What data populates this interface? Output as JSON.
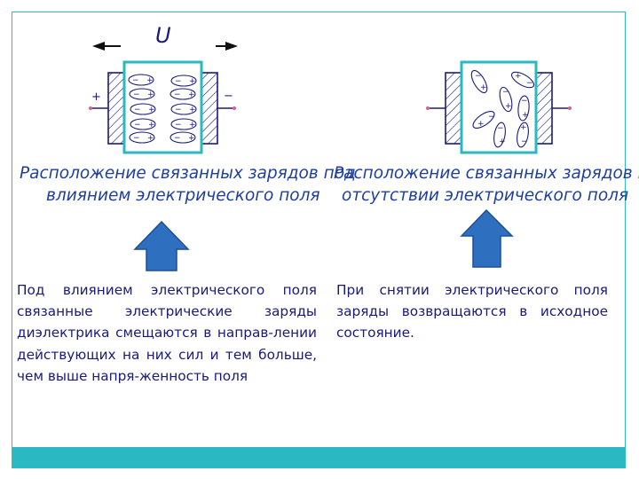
{
  "left_diagram": {
    "voltage_label": "U",
    "plus_sign": "+",
    "minus_sign": "−",
    "caption_line1": "Расположение связанных зарядов под",
    "caption_line2": "влиянием электрического поля"
  },
  "right_diagram": {
    "caption_line1": "Расположение связанных зарядов при",
    "caption_line2": "отсутствии электрического поля"
  },
  "text": {
    "left": "Под влиянием электрического поля связанные электрические заряды диэлектрика смещаются в направ-лении действующих на них сил и тем больше, чем выше напря-женность поля",
    "right": "При снятии электрического поля заряды возвращаются в исходное состояние."
  },
  "colors": {
    "frame": "#2bbcc4",
    "bottom_bar": "#2ab8c2",
    "arrow_fill": "#2f6fc0",
    "arrow_stroke": "#1f4e9a",
    "plate_stroke": "#1a1a7a",
    "dielectric_border": "#2ab8c2",
    "text": "#1a1a7a"
  }
}
